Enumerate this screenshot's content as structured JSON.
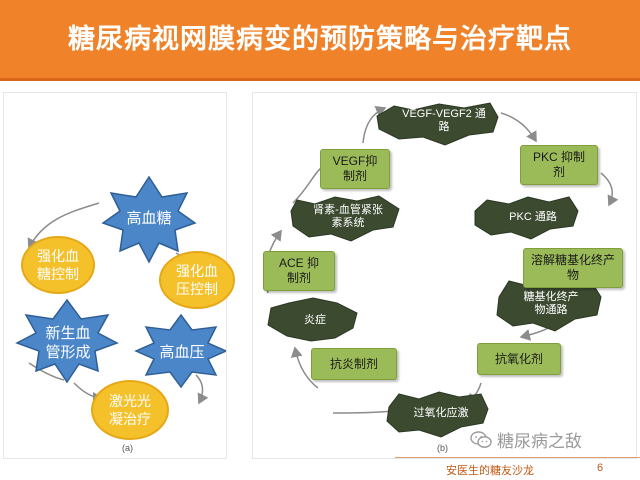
{
  "title": "糖尿病视网膜病变的预防策略与治疗靶点",
  "panel_a": {
    "label": "(a)",
    "stars": [
      {
        "text": "高血糖"
      },
      {
        "text": "新生血管形成"
      },
      {
        "text": "高血压"
      }
    ],
    "ovals": [
      {
        "text": "强化血糖控制"
      },
      {
        "text": "强化血压控制"
      },
      {
        "text": "激光光凝治疗"
      }
    ]
  },
  "panel_b": {
    "label": "(b)",
    "boxes": [
      {
        "text": "VEGF抑制剂"
      },
      {
        "text": "PKC 抑制剂"
      },
      {
        "text": "ACE 抑制剂"
      },
      {
        "text": "溶解糖基化终产物"
      },
      {
        "text": "抗炎制剂"
      },
      {
        "text": "抗氧化剂"
      }
    ],
    "stars": [
      {
        "text": "VEGF-VEGF2 通路"
      },
      {
        "text": "肾素-血管紧张素系统"
      },
      {
        "text": "PKC 通路"
      },
      {
        "text": "炎症"
      },
      {
        "text": "糖基化终产物通路"
      },
      {
        "text": "过氧化应激"
      }
    ]
  },
  "watermark": {
    "text": "糖尿病之敌",
    "icon": "wechat-icon"
  },
  "footer": {
    "text": "安医生的糖友沙龙",
    "page": "6"
  },
  "colors": {
    "header": "#f0822a",
    "star_blue": "#4a86c8",
    "oval_yellow": "#f4c12b",
    "box_green": "#9bbb59",
    "star_dark_green": "#3c4a30"
  }
}
